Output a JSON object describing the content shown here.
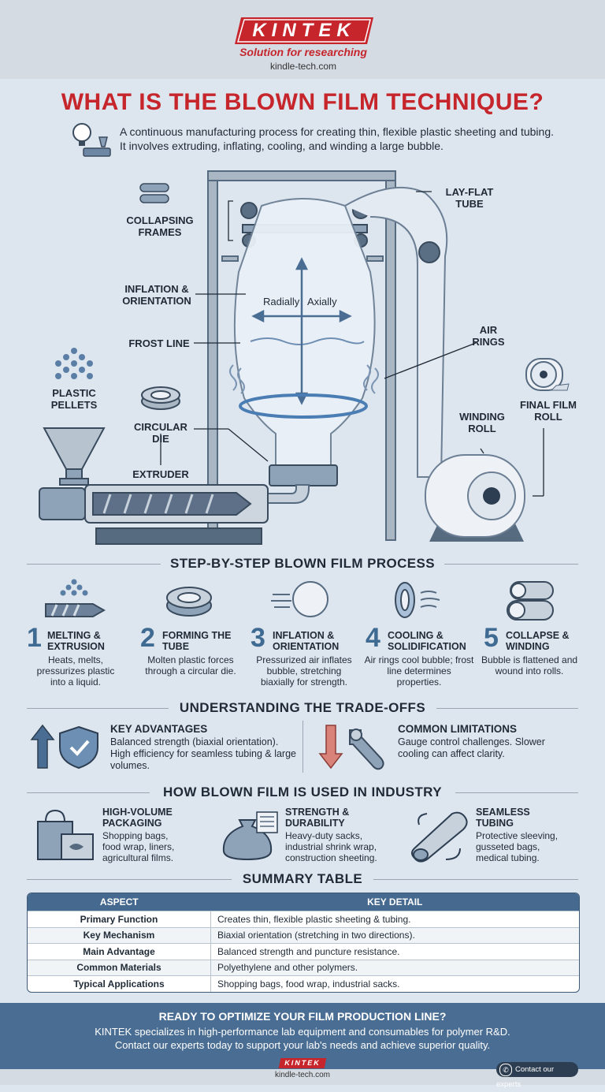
{
  "header": {
    "logo": "KINTEK",
    "tagline": "Solution for researching",
    "url": "kindle-tech.com"
  },
  "title": "WHAT IS THE BLOWN FILM TECHNIQUE?",
  "intro": "A continuous manufacturing process for creating thin, flexible plastic sheeting and tubing. It involves extruding, inflating, cooling, and winding a large bubble.",
  "diagram": {
    "collapsing_frames": "COLLAPSING FRAMES",
    "lay_flat_tube": "LAY-FLAT TUBE",
    "inflation": "INFLATION & ORIENTATION",
    "radially": "Radially",
    "axially": "Axially",
    "frost_line": "FROST LINE",
    "air_rings": "AIR RINGS",
    "plastic_pellets": "PLASTIC PELLETS",
    "circular_die": "CIRCULAR DIE",
    "extruder": "EXTRUDER",
    "winding_roll": "WINDING ROLL",
    "final_film_roll": "FINAL FILM ROLL"
  },
  "steps": {
    "heading": "STEP-BY-STEP BLOWN FILM PROCESS",
    "items": [
      {
        "num": "1",
        "title": "MELTING & EXTRUSION",
        "desc": "Heats, melts, pressurizes plastic into a liquid.",
        "icon": "screw-pellets-icon"
      },
      {
        "num": "2",
        "title": "FORMING THE TUBE",
        "desc": "Molten plastic forces through a circular die.",
        "icon": "die-ring-icon"
      },
      {
        "num": "3",
        "title": "INFLATION & ORIENTATION",
        "desc": "Pressurized air inflates bubble, stretching biaxially for strength.",
        "icon": "bubble-icon"
      },
      {
        "num": "4",
        "title": "COOLING & SOLIDIFICATION",
        "desc": "Air rings cool bubble; frost line determines properties.",
        "icon": "air-ring-icon"
      },
      {
        "num": "5",
        "title": "COLLAPSE & WINDING",
        "desc": "Bubble is flattened and wound into rolls.",
        "icon": "rolls-icon"
      }
    ]
  },
  "tradeoffs": {
    "heading": "UNDERSTANDING THE TRADE-OFFS",
    "advantages_title": "KEY ADVANTAGES",
    "advantages_text": "Balanced strength (biaxial orientation). High efficiency for seamless tubing & large volumes.",
    "limitations_title": "COMMON LIMITATIONS",
    "limitations_text": "Gauge control challenges. Slower cooling can affect clarity."
  },
  "uses": {
    "heading": "HOW BLOWN FILM IS USED IN INDUSTRY",
    "items": [
      {
        "title": "HIGH-VOLUME PACKAGING",
        "text": "Shopping bags, food wrap, liners, agricultural films."
      },
      {
        "title": "STRENGTH & DURABILITY",
        "text": "Heavy-duty sacks, industrial shrink wrap, construction sheeting."
      },
      {
        "title": "SEAMLESS TUBING",
        "text": "Protective sleeving, gusseted bags, medical tubing."
      }
    ]
  },
  "summary": {
    "heading": "SUMMARY TABLE",
    "headers": [
      "ASPECT",
      "KEY DETAIL"
    ],
    "rows": [
      [
        "Primary Function",
        "Creates thin, flexible plastic sheeting & tubing."
      ],
      [
        "Key Mechanism",
        "Biaxial orientation (stretching in two directions)."
      ],
      [
        "Main Advantage",
        "Balanced strength and puncture resistance."
      ],
      [
        "Common Materials",
        "Polyethylene and other polymers."
      ],
      [
        "Typical Applications",
        "Shopping bags, food wrap, industrial sacks."
      ]
    ]
  },
  "cta": {
    "title": "READY TO OPTIMIZE YOUR FILM PRODUCTION LINE?",
    "line1": "KINTEK specializes in high-performance lab equipment and consumables for polymer R&D.",
    "line2": "Contact our experts today to support your lab's needs and achieve superior quality."
  },
  "footer": {
    "logo": "KINTEK",
    "url": "kindle-tech.com",
    "contact_button": "Contact our experts"
  },
  "colors": {
    "brand_red": "#c6252c",
    "accent_blue": "#4a6d93",
    "background": "#dde6ef"
  }
}
